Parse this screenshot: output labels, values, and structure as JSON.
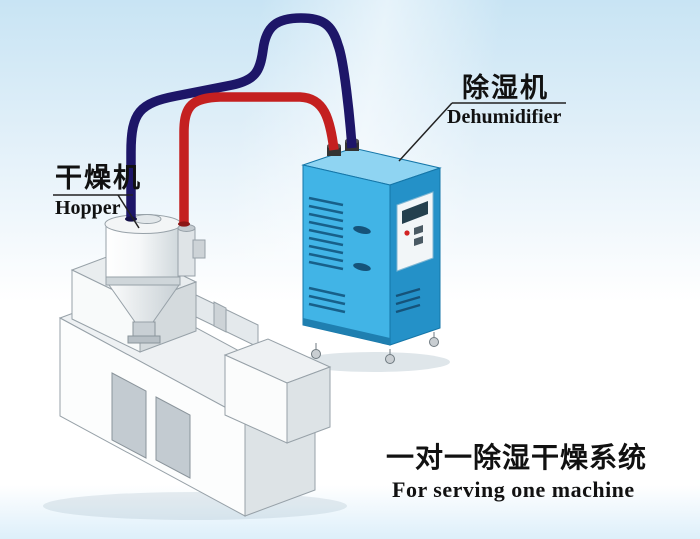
{
  "scene": {
    "hopper_label_cn": "干燥机",
    "hopper_label_en": "Hopper",
    "dehumidifier_label_cn": "除湿机",
    "dehumidifier_label_en": "Dehumidifier",
    "caption_cn": "一对一除湿干燥系统",
    "caption_en": "For serving one machine"
  },
  "colors": {
    "bg_top": "#c8e4f4",
    "bg_mid": "#e2f0f9",
    "bg_bottom": "#ffffff",
    "pipe_return": "#1d1668",
    "pipe_supply": "#c42020",
    "cabinet_front": "#41b4e6",
    "cabinet_side": "#2491c8",
    "cabinet_top": "#8fd4f2",
    "text": "#111111"
  }
}
